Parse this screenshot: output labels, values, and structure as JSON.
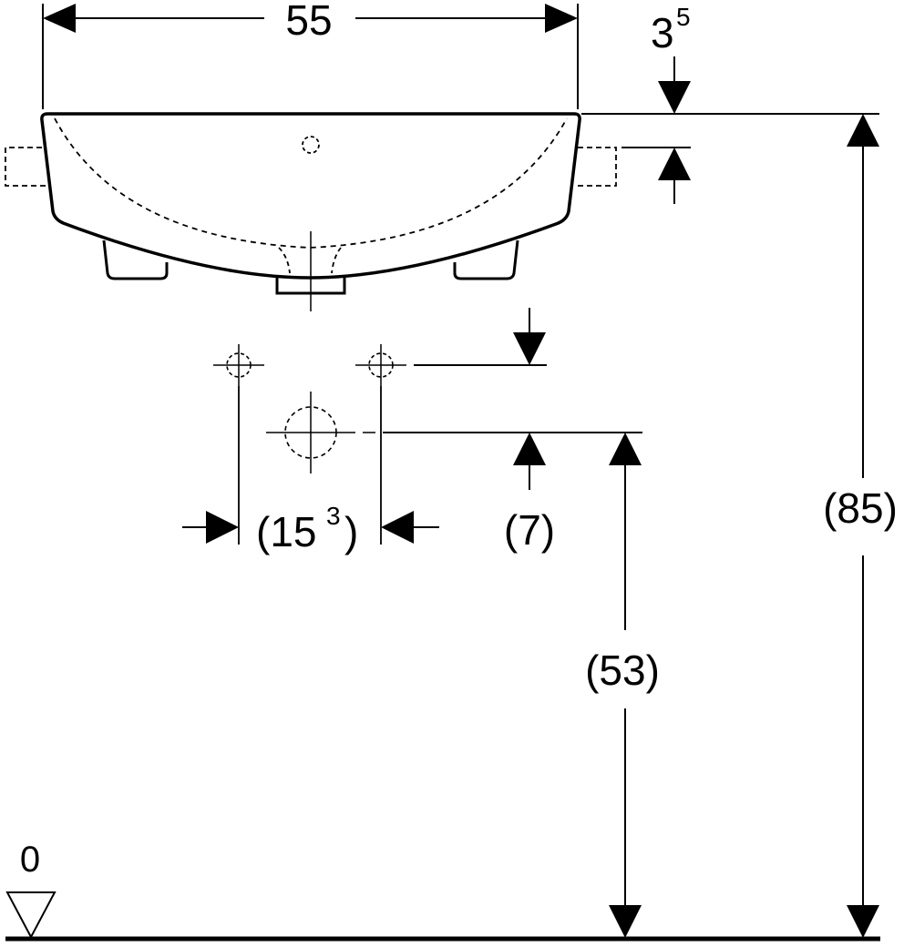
{
  "dimensions": {
    "width": "55",
    "rim_main": "3",
    "rim_sup": "5",
    "tap_spacing_main": "(15",
    "tap_spacing_sup": "3",
    "tap_spacing_close": ")",
    "tap_to_outlet": "(7)",
    "outlet_height": "(53)",
    "total_height": "(85)",
    "floor_level": "0"
  }
}
